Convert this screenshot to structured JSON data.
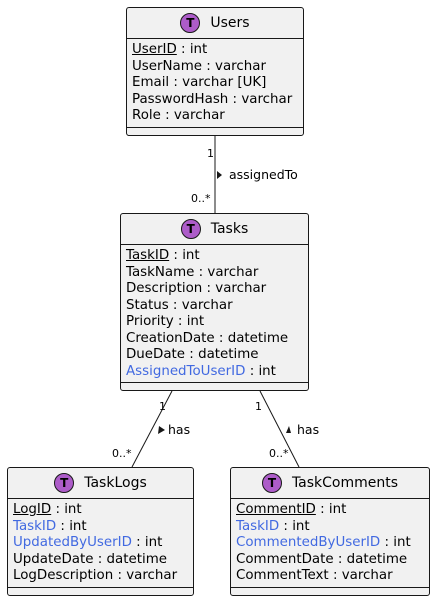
{
  "colors": {
    "entity_fill": "#f1f1f1",
    "badge": "#ad5cc9",
    "foreign_key": "#4169e1",
    "line": "#181818"
  },
  "entities": {
    "users": {
      "badge": "T",
      "name": "Users",
      "attributes": [
        {
          "name": "UserID",
          "type": " : int"
        },
        {
          "name": "UserName",
          "type": " : varchar"
        },
        {
          "name": "Email",
          "type": " : varchar [UK]"
        },
        {
          "name": "PasswordHash",
          "type": " : varchar"
        },
        {
          "name": "Role",
          "type": " : varchar"
        }
      ]
    },
    "tasks": {
      "badge": "T",
      "name": "Tasks",
      "attributes": [
        {
          "name": "TaskID",
          "type": " : int"
        },
        {
          "name": "TaskName",
          "type": " : varchar"
        },
        {
          "name": "Description",
          "type": " : varchar"
        },
        {
          "name": "Status",
          "type": " : varchar"
        },
        {
          "name": "Priority",
          "type": " : int"
        },
        {
          "name": "CreationDate",
          "type": " : datetime"
        },
        {
          "name": "DueDate",
          "type": " : datetime"
        },
        {
          "name": "AssignedToUserID",
          "type": " : int"
        }
      ]
    },
    "tasklogs": {
      "badge": "T",
      "name": "TaskLogs",
      "attributes": [
        {
          "name": "LogID",
          "type": " : int"
        },
        {
          "name": "TaskID",
          "type": " : int"
        },
        {
          "name": "UpdatedByUserID",
          "type": " : int"
        },
        {
          "name": "UpdateDate",
          "type": " : datetime"
        },
        {
          "name": "LogDescription",
          "type": " : varchar"
        }
      ]
    },
    "taskcomments": {
      "badge": "T",
      "name": "TaskComments",
      "attributes": [
        {
          "name": "CommentID",
          "type": " : int"
        },
        {
          "name": "TaskID",
          "type": " : int"
        },
        {
          "name": "CommentedByUserID",
          "type": " : int"
        },
        {
          "name": "CommentDate",
          "type": " : datetime"
        },
        {
          "name": "CommentText",
          "type": " : varchar"
        }
      ]
    }
  },
  "relations": {
    "users_tasks": {
      "label": "assignedTo",
      "from_mult": "1",
      "to_mult": "0..*"
    },
    "tasks_logs": {
      "label": "has",
      "from_mult": "1",
      "to_mult": "0..*"
    },
    "tasks_comments": {
      "label": "has",
      "from_mult": "1",
      "to_mult": "0..*"
    }
  }
}
